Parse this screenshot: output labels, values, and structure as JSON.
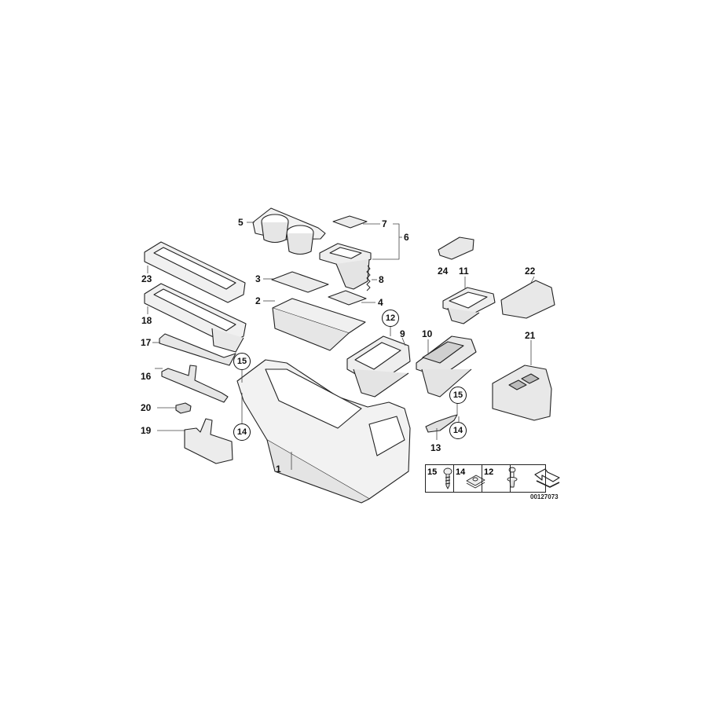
{
  "diagram": {
    "title": "Center console parts diagram",
    "document_number": "00127073",
    "labels": [
      {
        "id": "1",
        "text": "1"
      },
      {
        "id": "2",
        "text": "2"
      },
      {
        "id": "3",
        "text": "3"
      },
      {
        "id": "4",
        "text": "4"
      },
      {
        "id": "5",
        "text": "5"
      },
      {
        "id": "6",
        "text": "6"
      },
      {
        "id": "7",
        "text": "7"
      },
      {
        "id": "8",
        "text": "8"
      },
      {
        "id": "9",
        "text": "9"
      },
      {
        "id": "10",
        "text": "10"
      },
      {
        "id": "11",
        "text": "11"
      },
      {
        "id": "13",
        "text": "13"
      },
      {
        "id": "16",
        "text": "16"
      },
      {
        "id": "17",
        "text": "17"
      },
      {
        "id": "18",
        "text": "18"
      },
      {
        "id": "19",
        "text": "19"
      },
      {
        "id": "20",
        "text": "20"
      },
      {
        "id": "21",
        "text": "21"
      },
      {
        "id": "22",
        "text": "22"
      },
      {
        "id": "23",
        "text": "23"
      },
      {
        "id": "24",
        "text": "24"
      }
    ],
    "circled_labels": [
      {
        "id": "12",
        "text": "12"
      },
      {
        "id": "15a",
        "text": "15"
      },
      {
        "id": "14a",
        "text": "14"
      },
      {
        "id": "15b",
        "text": "15"
      },
      {
        "id": "14b",
        "text": "14"
      }
    ],
    "legend": [
      {
        "num": "15",
        "icon": "screw-icon"
      },
      {
        "num": "14",
        "icon": "clip-nut-icon"
      },
      {
        "num": "12",
        "icon": "expanding-rivet-icon"
      },
      {
        "num": "",
        "icon": "arrow-symbol-icon"
      }
    ]
  }
}
